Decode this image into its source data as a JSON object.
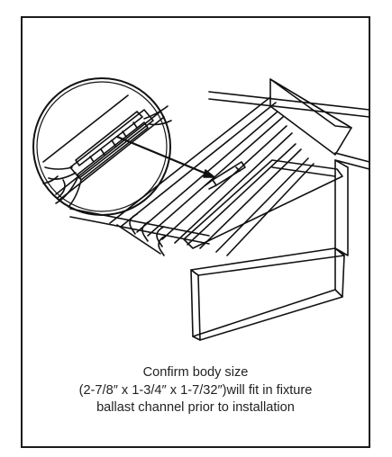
{
  "caption": {
    "line1": "Confirm body size",
    "line2": "(2-7/8″ x 1-3/4″ x 1-7/32″)will fit in fixture",
    "line3": "ballast channel prior to installation"
  },
  "illustration": {
    "inset_icon": "ballast-detail-magnifier-icon",
    "pointer_icon": "arrow-icon",
    "fixture_icon": "fluorescent-fixture-icon",
    "stroke_color": "#111111"
  }
}
